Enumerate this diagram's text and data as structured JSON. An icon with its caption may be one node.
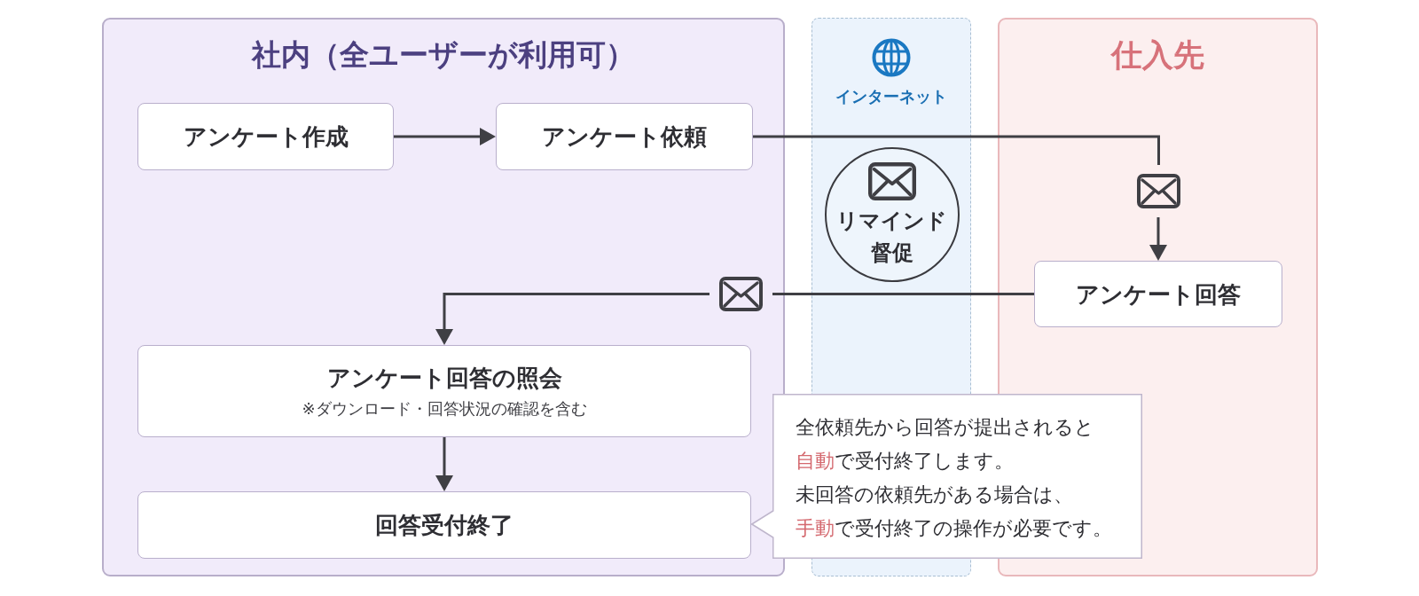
{
  "diagram": {
    "nodes": [
      {
        "text": [
          "社内（全ユーザーが利用可）"
        ]
      },
      {
        "text": [
          "インターネット"
        ]
      },
      {
        "text": [
          "仕入先"
        ]
      },
      {
        "text": [
          "アンケート作成"
        ],
        "in": 0
      },
      {
        "text": [
          "アンケート依頼"
        ],
        "in": 0
      },
      {
        "text": [
          "リマインド督促"
        ],
        "in": 1
      },
      {
        "text": [],
        "shape": "envelope",
        "in": 2
      },
      {
        "text": [
          "アンケート回答"
        ],
        "in": 2
      },
      {
        "text": [],
        "shape": "envelope",
        "in": 0
      },
      {
        "text": [
          "アンケート回答の照会",
          "※ダウンロード・回答状況の確認を含む"
        ],
        "in": 0
      },
      {
        "text": [
          "回答受付終了"
        ],
        "in": 0
      },
      {
        "text": [
          "全依頼先から回答が提出されると**自動**で受付終了します。",
          "未回答の依頼先がある場合は、**手動**で受付終了の操作が必要です。"
        ]
      }
    ],
    "edges": [
      {
        "from": 3,
        "to": 4,
        "arrow": "to"
      },
      {
        "from": 4,
        "to": 6,
        "arrow": "none"
      },
      {
        "from": 6,
        "to": 7,
        "arrow": "to"
      },
      {
        "from": 7,
        "to": 8,
        "arrow": "none"
      },
      {
        "from": 8,
        "to": 9,
        "arrow": "to"
      },
      {
        "from": 9,
        "to": 10,
        "arrow": "to"
      }
    ]
  }
}
